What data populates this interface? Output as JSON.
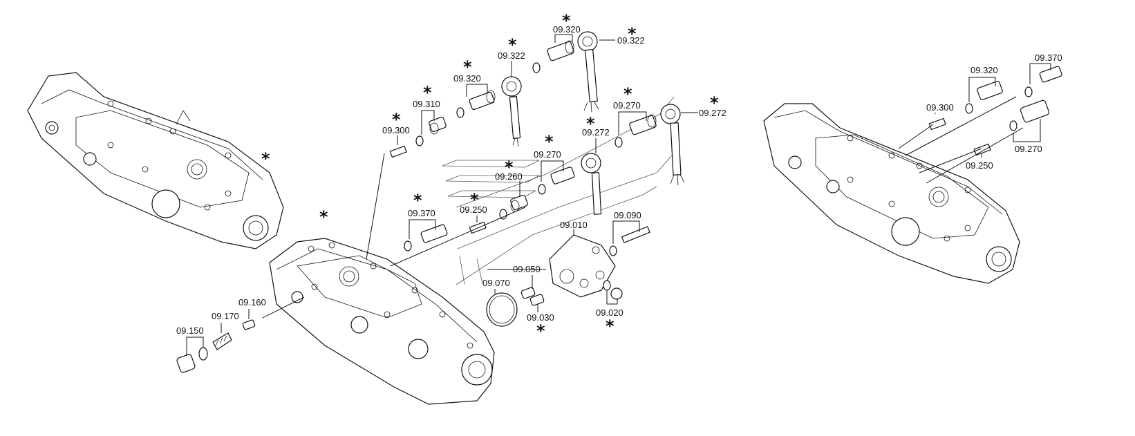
{
  "diagram": {
    "labels": {
      "p09_320_top": "09.320",
      "p09_322_right": "09.322",
      "p09_322_left": "09.322",
      "p09_320_mid": "09.320",
      "p09_310": "09.310",
      "p09_300": "09.300",
      "p09_270_upper": "09.270",
      "p09_272_right": "09.272",
      "p09_272_mid": "09.272",
      "p09_270_mid": "09.270",
      "p09_260": "09.260",
      "p09_370_left": "09.370",
      "p09_250_left": "09.250",
      "p09_010": "09.010",
      "p09_090": "09.090",
      "p09_050": "09.050",
      "p09_070": "09.070",
      "p09_030": "09.030",
      "p09_020": "09.020",
      "p09_160": "09.160",
      "p09_170": "09.170",
      "p09_150": "09.150",
      "p09_370_right": "09.370",
      "p09_320_right": "09.320",
      "p09_300_right": "09.300",
      "p09_270_right": "09.270",
      "p09_250_right": "09.250"
    },
    "asterisk": "*"
  }
}
